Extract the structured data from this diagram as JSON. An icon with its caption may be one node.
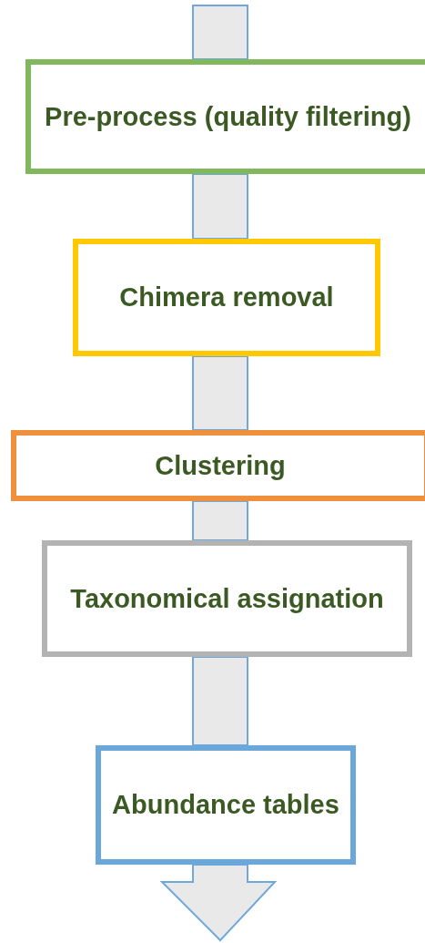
{
  "diagram": {
    "nodes": [
      {
        "text": [
          "Pre-process (quality filtering)"
        ]
      },
      {
        "text": [
          "Chimera removal"
        ]
      },
      {
        "text": [
          "Clustering"
        ]
      },
      {
        "text": [
          "Taxonomical assignation"
        ]
      },
      {
        "text": [
          "Abundance tables"
        ]
      }
    ],
    "edges": [
      {
        "from": null,
        "to": 0,
        "arrow": "none"
      },
      {
        "from": 0,
        "to": 1,
        "arrow": "none"
      },
      {
        "from": 1,
        "to": 2,
        "arrow": "none"
      },
      {
        "from": 2,
        "to": 3,
        "arrow": "none"
      },
      {
        "from": 3,
        "to": 4,
        "arrow": "none"
      },
      {
        "from": 4,
        "to": null,
        "arrow": "to"
      }
    ]
  }
}
